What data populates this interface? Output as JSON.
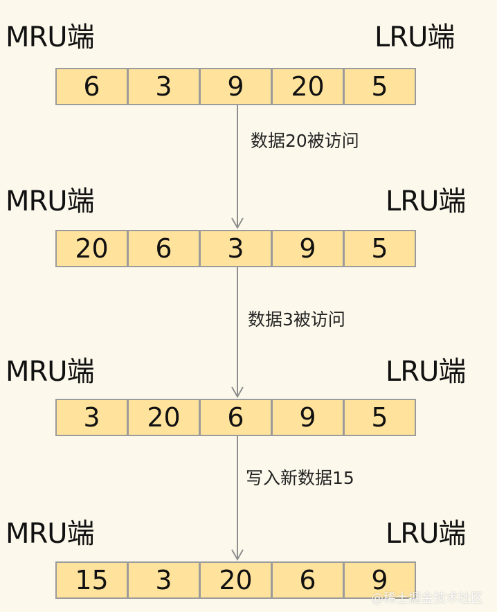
{
  "diagram": {
    "labels": {
      "mru": "MRU端",
      "lru": "LRU端"
    },
    "rows": [
      [
        "6",
        "3",
        "9",
        "20",
        "5"
      ],
      [
        "20",
        "6",
        "3",
        "9",
        "5"
      ],
      [
        "3",
        "20",
        "6",
        "9",
        "5"
      ],
      [
        "15",
        "3",
        "20",
        "6",
        "9"
      ]
    ],
    "steps": [
      "数据20被访问",
      "数据3被访问",
      "写入新数据15"
    ],
    "watermark": "@稀土掘金技术社区"
  },
  "colors": {
    "background": "#fcf9ec",
    "cell_fill": "#ffe39c",
    "cell_border": "#9b9b9b",
    "arrow": "#8e8e8e"
  }
}
